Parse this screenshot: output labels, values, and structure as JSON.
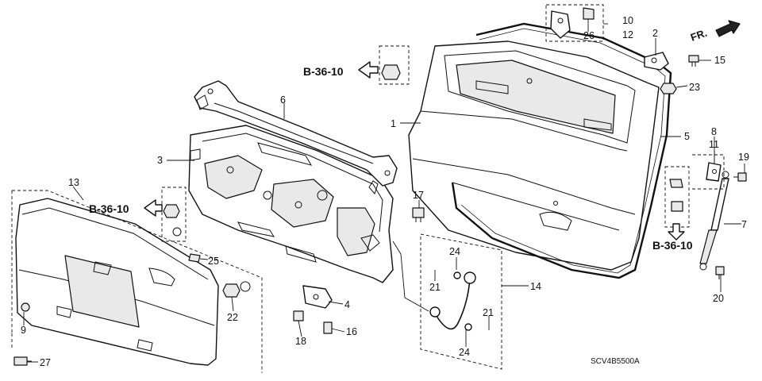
{
  "diagram": {
    "drawing_code": "SCV4B5500A",
    "front_marker": "FR.",
    "references": [
      {
        "id": "ref-top",
        "text": "B-36-10"
      },
      {
        "id": "ref-left",
        "text": "B-36-10"
      },
      {
        "id": "ref-right",
        "text": "B-36-10"
      }
    ],
    "callouts": {
      "c1": "1",
      "c2": "2",
      "c3": "3",
      "c4": "4",
      "c5": "5",
      "c6": "6",
      "c7": "7",
      "c8": "8",
      "c9": "9",
      "c10": "10",
      "c11": "11",
      "c12": "12",
      "c13": "13",
      "c14": "14",
      "c15": "15",
      "c16": "16",
      "c17": "17",
      "c18": "18",
      "c19": "19",
      "c20": "20",
      "c21a": "21",
      "c21b": "21",
      "c22": "22",
      "c23": "23",
      "c24a": "24",
      "c24b": "24",
      "c25": "25",
      "c26": "26",
      "c27": "27"
    }
  }
}
